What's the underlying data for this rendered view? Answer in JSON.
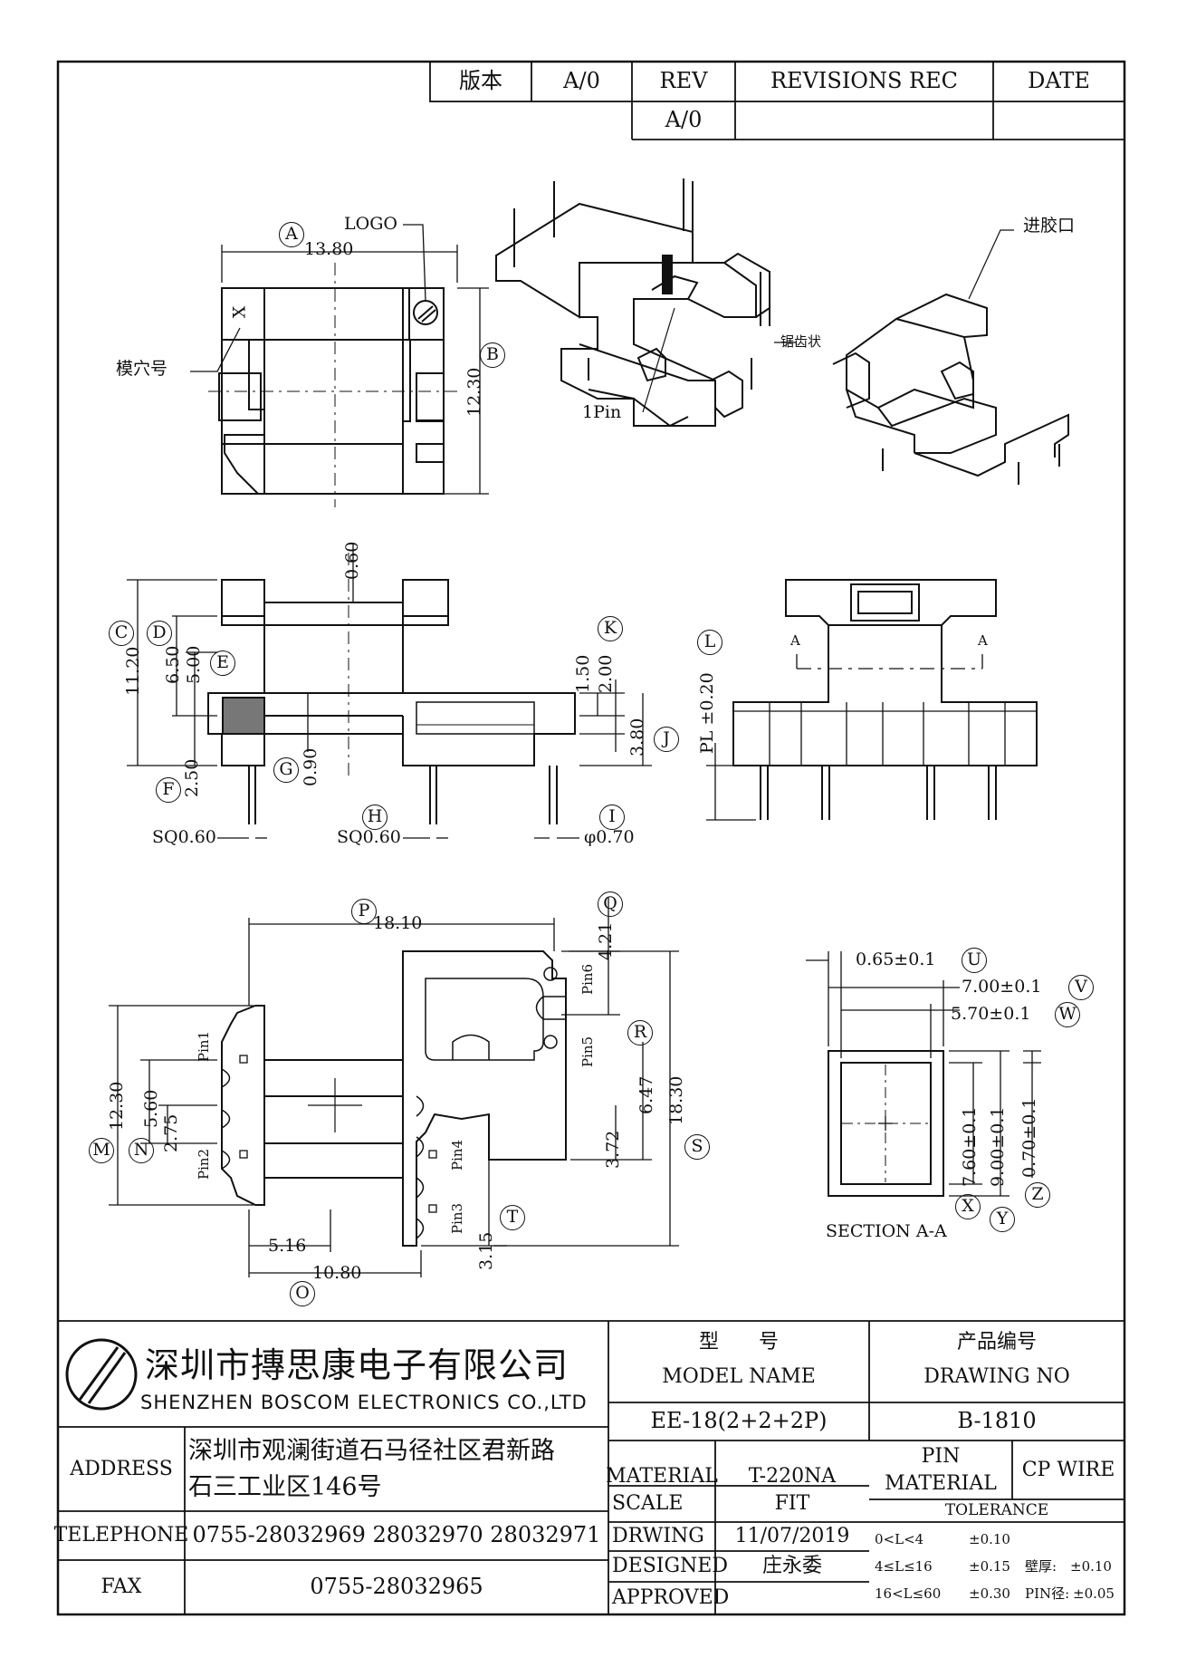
{
  "revision_table": {
    "version_label": "版本",
    "version_value": "A/0",
    "rev_header": "REV",
    "revisions_header": "REVISIONS REC",
    "date_header": "DATE",
    "rev_value": "A/0"
  },
  "top_view": {
    "dim_a_letter": "A",
    "dim_a_value": "13.80",
    "dim_b_letter": "B",
    "dim_b_value": "12.30",
    "logo_label": "LOGO",
    "cavity_label": "模穴号",
    "cavity_mark": "X"
  },
  "iso_view": {
    "gate_label": "进胶口",
    "serration_label": "锯齿状",
    "pin1_label": "1Pin"
  },
  "front_view": {
    "dim_c_letter": "C",
    "dim_c_value": "11.20",
    "dim_d_letter": "D",
    "dim_d_value": "6.50",
    "dim_e_letter": "E",
    "dim_e_value": "5.00",
    "dim_f_letter": "F",
    "dim_f_value": "2.50",
    "dim_g_letter": "G",
    "dim_g_value": "0.90",
    "dim_top_value": "0.60",
    "dim_h_letter": "H",
    "dim_i_letter": "I",
    "dim_j_letter": "J",
    "dim_j_value": "3.80",
    "dim_k_letter": "K",
    "dim_k_value_a": "1.50",
    "dim_k_value_b": "2.00",
    "sq_left": "SQ0.60",
    "sq_mid": "SQ0.60",
    "phi": "φ0.70"
  },
  "side_view": {
    "dim_l_letter": "L",
    "dim_l_value": "PL ±0.20",
    "section_mark_left": "A",
    "section_mark_right": "A"
  },
  "bottom_view": {
    "dim_p_letter": "P",
    "dim_p_value": "18.10",
    "dim_q_letter": "Q",
    "dim_q_value": "4.21",
    "dim_r_letter": "R",
    "dim_s_letter": "S",
    "dim_s_value": "18.30",
    "dim_m_letter": "M",
    "dim_m_value": "12.30",
    "dim_n_letter": "N",
    "dim_n_value_a": "5.60",
    "dim_n_value_b": "2.75",
    "dim_o_letter": "O",
    "dim_o_value_a": "5.16",
    "dim_o_value_b": "10.80",
    "dim_t_letter": "T",
    "dim_t_value": "3.15",
    "dim_372": "3.72",
    "dim_647": "6.47",
    "pin1": "Pin1",
    "pin2": "Pin2",
    "pin3": "Pin3",
    "pin4": "Pin4",
    "pin5": "Pin5",
    "pin6": "Pin6"
  },
  "section_view": {
    "dim_u_letter": "U",
    "dim_u_value": "0.65±0.1",
    "dim_v_letter": "V",
    "dim_v_value": "7.00±0.1",
    "dim_w_letter": "W",
    "dim_w_value": "5.70±0.1",
    "dim_x_letter": "X",
    "dim_x_value": "7.60±0.1",
    "dim_y_letter": "Y",
    "dim_y_value": "9.00±0.1",
    "dim_z_letter": "Z",
    "dim_z_value": "0.70±0.1",
    "title": "SECTION A-A"
  },
  "title_block": {
    "company_cn": "深圳市摶思康电子有限公司",
    "company_en": "SHENZHEN BOSCOM ELECTRONICS CO.,LTD",
    "model_label_cn": "型　　号",
    "model_label_en": "MODEL NAME",
    "drawing_label_cn": "产品编号",
    "drawing_label_en": "DRAWING NO",
    "model_value": "EE-18(2+2+2P)",
    "drawing_value": "B-1810",
    "address_label": "ADDRESS",
    "address_line1": "深圳市观澜街道石马径社区君新路",
    "address_line2": "石三工业区146号",
    "telephone_label": "TELEPHONE",
    "telephone_value": "0755-28032969 28032970 28032971",
    "fax_label": "FAX",
    "fax_value": "0755-28032965",
    "material_label": "MATERIAL",
    "material_value": "T-220NA",
    "scale_label": "SCALE",
    "scale_value": "FIT",
    "drawing_date_label": "DRWING",
    "drawing_date_value": "11/07/2019",
    "designed_label": "DESIGNED",
    "designed_value": "庄永委",
    "approved_label": "APPROVED",
    "pin_material_label_1": "PIN",
    "pin_material_label_2": "MATERIAL",
    "pin_material_value": "CP WIRE",
    "tolerance_label": "TOLERANCE",
    "tol_row1_range": "0<L<4",
    "tol_row1_value": "±0.10",
    "tol_row2_range": "4≤L≤16",
    "tol_row2_value": "±0.15",
    "tol_row3_range": "16<L≤60",
    "tol_row3_value": "±0.30",
    "wall_label": "壁厚:",
    "wall_value": "±0.10",
    "pin_dia_label": "PIN径:",
    "pin_dia_value": "±0.05"
  }
}
